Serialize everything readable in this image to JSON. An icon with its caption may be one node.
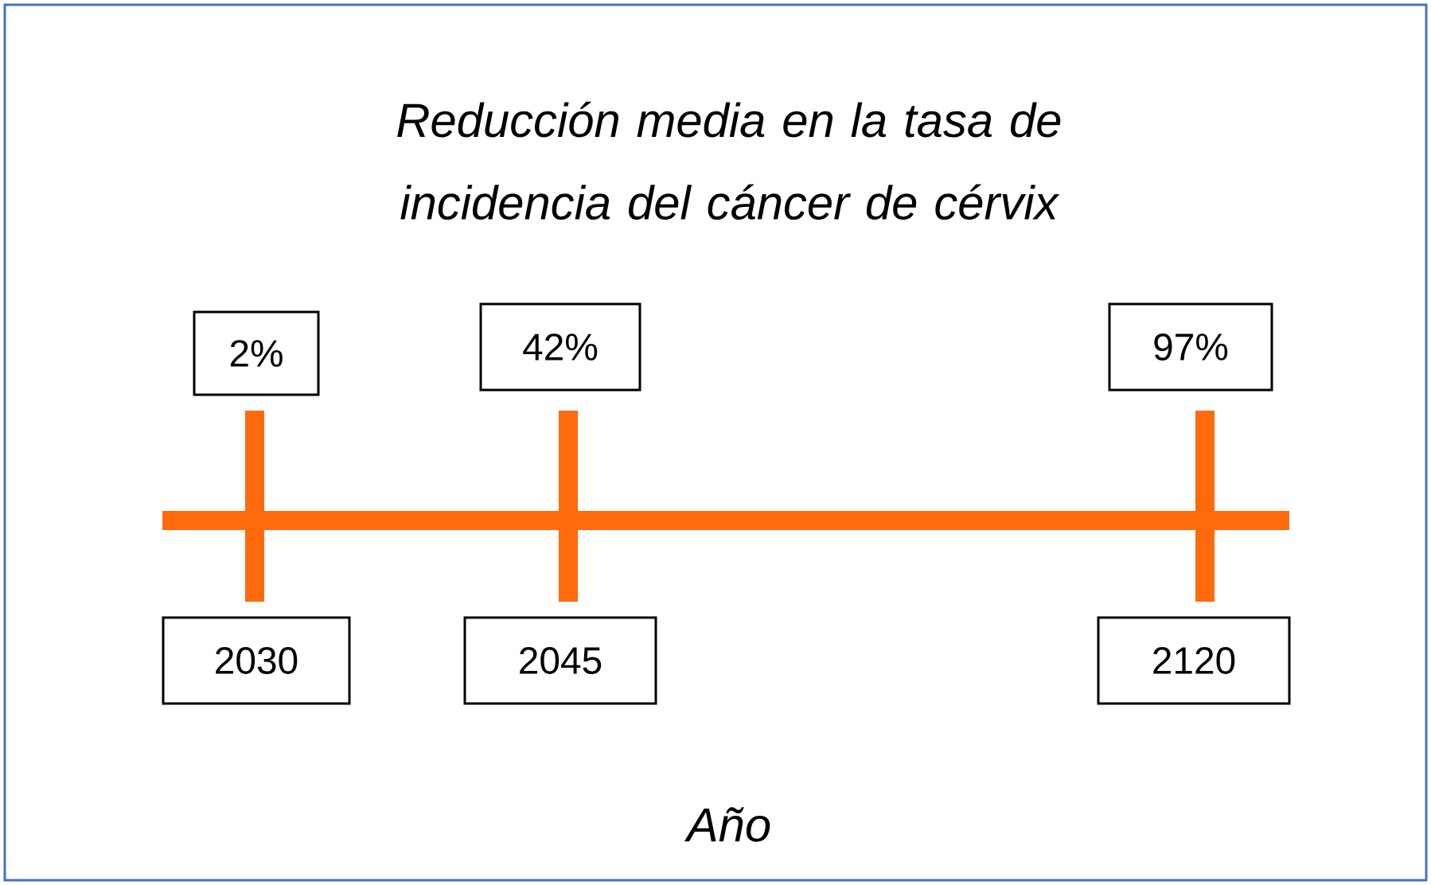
{
  "diagram": {
    "title": "Reducción media en la tasa de incidencia del cáncer de cérvix",
    "nodes": [
      {
        "text": [
          "2%"
        ]
      },
      {
        "text": [
          "42%"
        ]
      },
      {
        "text": [
          "97%"
        ]
      },
      {
        "text": [
          "2030"
        ]
      },
      {
        "text": [
          "2045"
        ]
      },
      {
        "text": [
          "2120"
        ]
      }
    ],
    "labels": [
      "Año"
    ]
  }
}
